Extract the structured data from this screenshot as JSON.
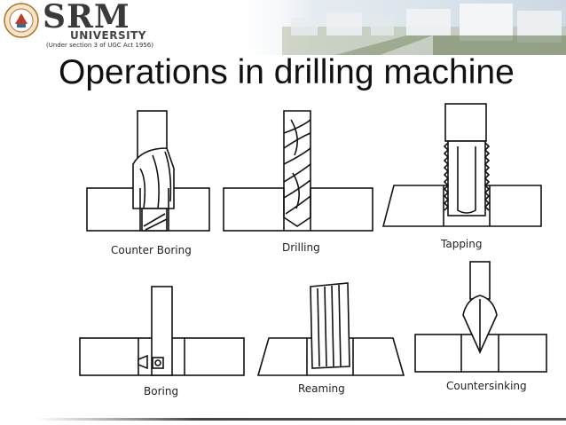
{
  "header": {
    "brand": "SRM",
    "university": "UNIVERSITY",
    "act_note": "(Under section 3 of UGC Act 1956)"
  },
  "slide": {
    "title": "Operations in drilling machine"
  },
  "diagrams": {
    "counter_boring": "Counter Boring",
    "drilling": "Drilling",
    "tapping": "Tapping",
    "boring": "Boring",
    "reaming": "Reaming",
    "countersinking": "Countersinking"
  }
}
